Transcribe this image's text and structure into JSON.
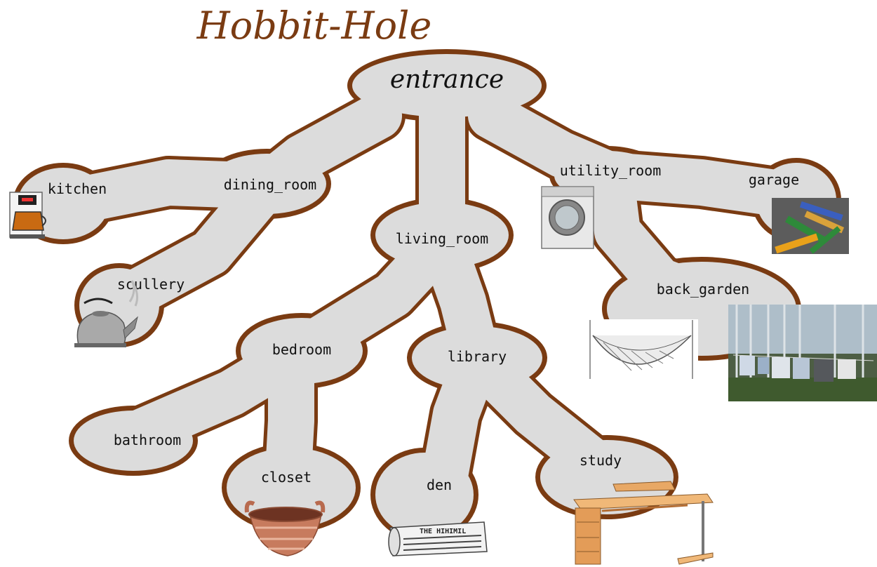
{
  "title": "Hobbit-Hole",
  "rooms": {
    "entrance": "entrance",
    "kitchen": "kitchen",
    "dining_room": "dining_room",
    "scullery": "scullery",
    "living_room": "living_room",
    "utility_room": "utility_room",
    "garage": "garage",
    "back_garden": "back_garden",
    "bedroom": "bedroom",
    "library": "library",
    "bathroom": "bathroom",
    "closet": "closet",
    "den": "den",
    "study": "study"
  },
  "newspaper_masthead": "THE HIHIMIL",
  "colors": {
    "tunnel_fill": "#dcdcdc",
    "tunnel_border": "#7a3b12",
    "title": "#7a3b12"
  }
}
